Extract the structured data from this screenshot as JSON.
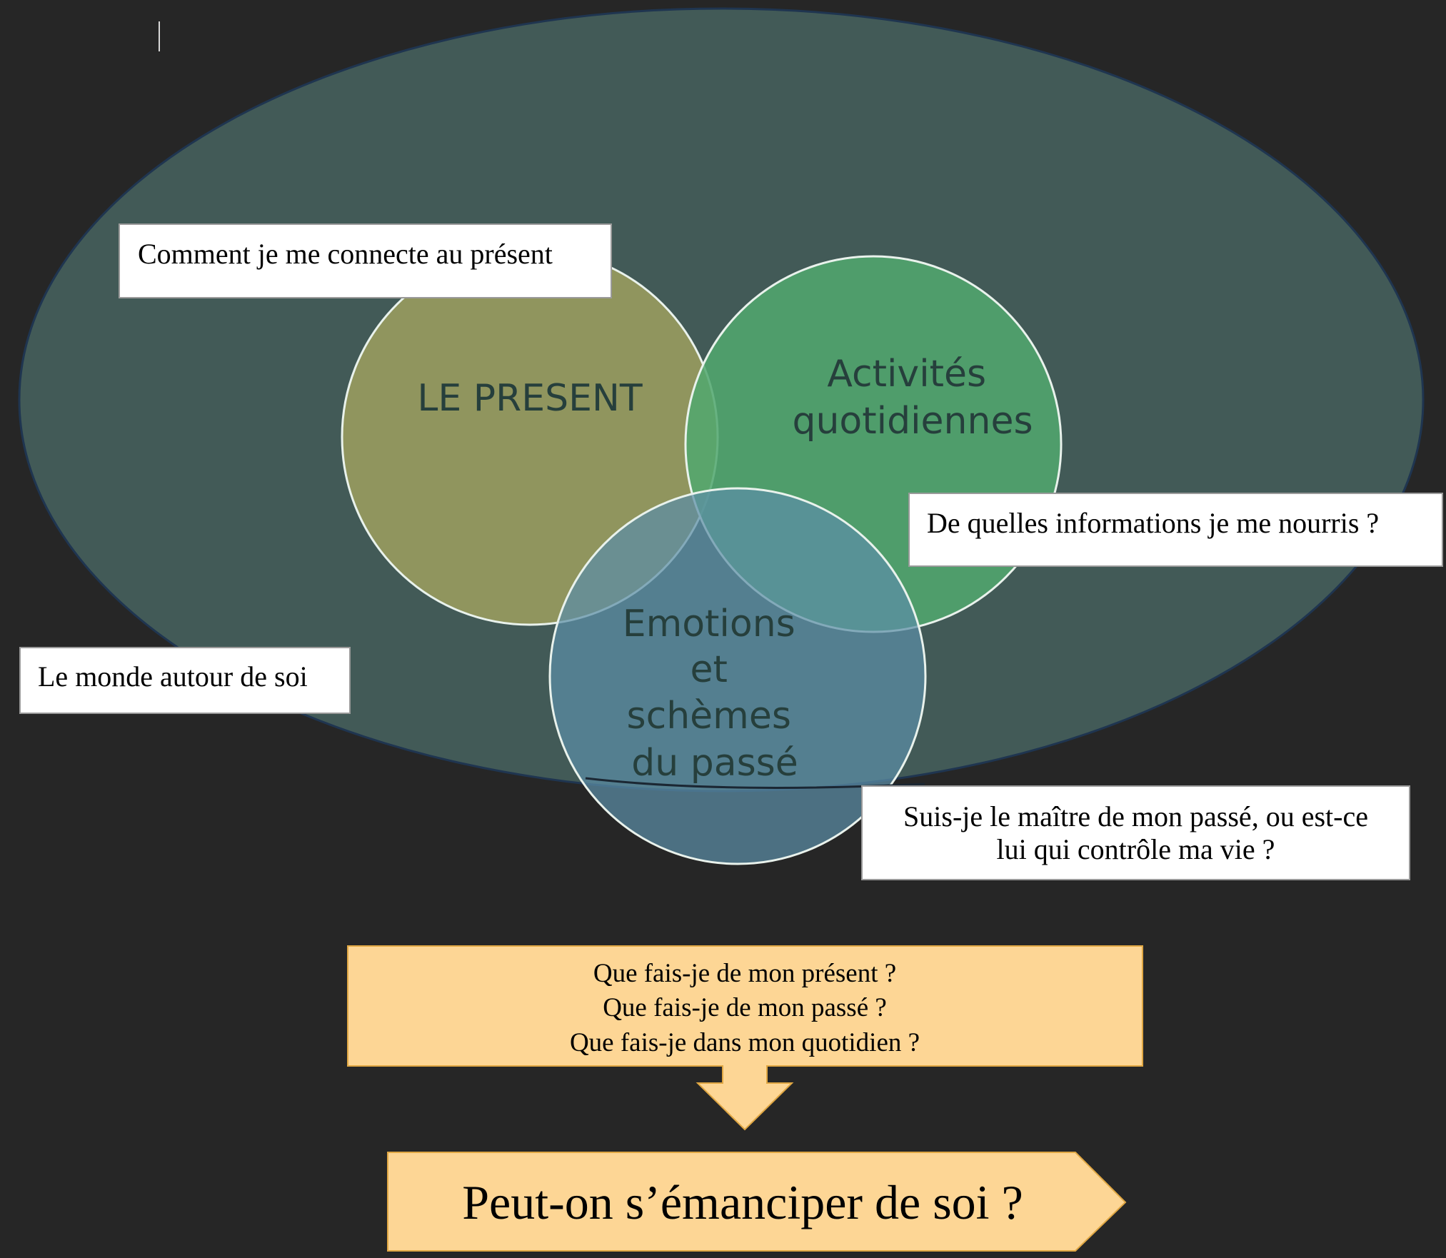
{
  "colors": {
    "background": "#262626",
    "world_ellipse": "#425a57",
    "present_circle": "#979a5e",
    "activities_circle": "#52a86f",
    "past_circle": "#5b8ea6",
    "question_box": "#fdd695"
  },
  "circles": {
    "present": [
      "LE PRESENT"
    ],
    "activities": [
      "Activités",
      "quotidiennes"
    ],
    "past": [
      "Emotions",
      "et",
      "schèmes",
      "du passé"
    ]
  },
  "notes": {
    "present": "Comment je me connecte au présent",
    "information": "De quelles informations je me nourris ?",
    "world": "Le monde autour de soi",
    "past_line1": "Suis-je le maître de mon passé, ou est-ce",
    "past_line2": "lui qui contrôle ma vie ?"
  },
  "questions": [
    "Que fais-je de mon présent ?",
    "Que fais-je de mon passé ?",
    "Que fais-je dans mon quotidien ?"
  ],
  "final_question": "Peut-on s’émanciper de soi ?"
}
